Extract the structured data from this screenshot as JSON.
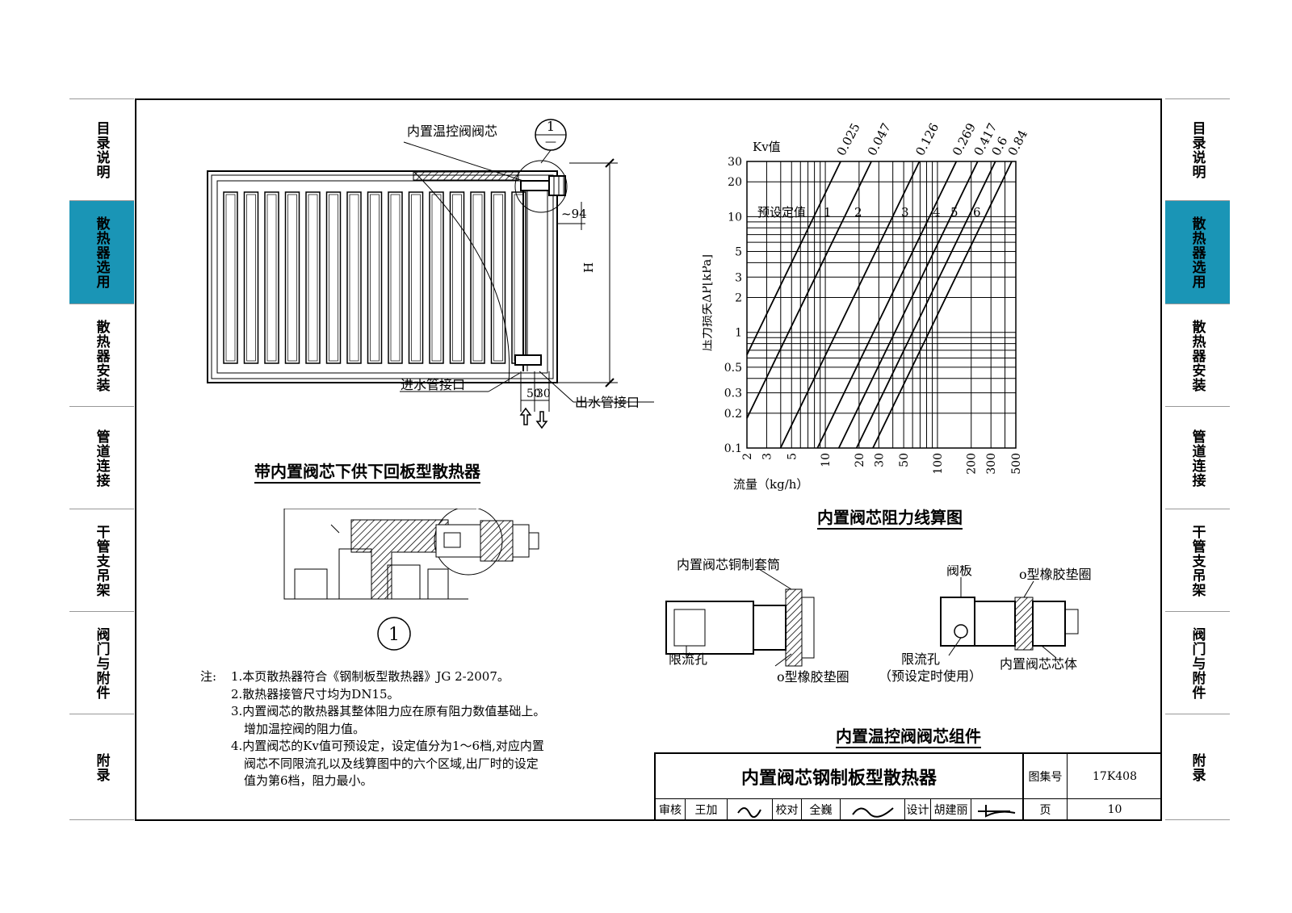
{
  "side_tabs": [
    "目录说明",
    "散热器选用",
    "散热器安装",
    "管道连接",
    "干管支吊架",
    "阀门与附件",
    "附录"
  ],
  "active_tab": 1,
  "colors": {
    "tab_active": "#1a95b6"
  },
  "radiator": {
    "title": "带内置阀芯下供下回板型散热器",
    "valve_core_label": "内置温控阀阀芯",
    "inlet_label": "进水管接口",
    "outlet_label": "出水管接口",
    "dim_94": "~94",
    "dim_H": "H",
    "dim_50": "50",
    "dim_30": "30",
    "detail_top": "1",
    "detail_bottom": "—"
  },
  "detail": {
    "marker": "1"
  },
  "chart": {
    "title": "内置阀芯阻力线算图",
    "kv_label": "Kv值",
    "preset_label": "预设定值",
    "xlabel": "流量（kg/h）",
    "ylabel": "压力损失ΔP[kPa]"
  },
  "chart_data": {
    "type": "line",
    "title": "内置阀芯阻力线算图",
    "xlabel": "流量（kg/h）",
    "ylabel": "压力损失ΔP[kPa]",
    "x_scale": "log",
    "y_scale": "log",
    "xlim": [
      2,
      500
    ],
    "ylim": [
      0.1,
      30
    ],
    "x_ticks": [
      "2",
      "3",
      "5",
      "10",
      "20",
      "30",
      "50",
      "100",
      "200",
      "300",
      "500"
    ],
    "y_ticks": [
      "0.1",
      "0.2",
      "0.3",
      "0.5",
      "1",
      "2",
      "3",
      "5",
      "10",
      "20",
      "30"
    ],
    "kv_values": [
      "0.025",
      "0.047",
      "0.126",
      "0.269",
      "0.417",
      "0.6",
      "0.84"
    ],
    "preset_labels": [
      "1",
      "2",
      "3",
      "4",
      "5",
      "6"
    ],
    "grid": true,
    "series": [
      {
        "name": "0.025",
        "kv": 0.025
      },
      {
        "name": "0.047",
        "kv": 0.047
      },
      {
        "name": "0.126",
        "kv": 0.126
      },
      {
        "name": "0.269",
        "kv": 0.269
      },
      {
        "name": "0.417",
        "kv": 0.417
      },
      {
        "name": "0.6",
        "kv": 0.6
      },
      {
        "name": "0.84",
        "kv": 0.84
      }
    ]
  },
  "components": {
    "title": "内置温控阀阀芯组件",
    "copper_sleeve": "内置阀芯铜制套筒",
    "orifice_left": "限流孔",
    "oring_left": "o型橡胶垫圈",
    "valve_plate": "阀板",
    "oring_right": "o型橡胶垫圈",
    "orifice_right": "限流孔",
    "preset_use": "（预设定时使用）",
    "core_body": "内置阀芯芯体"
  },
  "notes": {
    "prefix": "注:",
    "items": [
      "1.本页散热器符合《钢制板型散热器》JG 2-2007。",
      "2.散热器接管尺寸均为DN15。",
      "3.内置阀芯的散热器其整体阻力应在原有阻力数值基础上。",
      "增加温控阀的阻力值。",
      "4.内置阀芯的Kv值可预设定，设定值分为1～6档,对应内置",
      "阀芯不同限流孔以及线算图中的六个区域,出厂时的设定",
      "值为第6档，阻力最小。"
    ]
  },
  "title_block": {
    "drawing_title": "内置阀芯钢制板型散热器",
    "atlas_label": "图集号",
    "atlas_no": "17K408",
    "review_label": "审核",
    "reviewer": "王加",
    "check_label": "校对",
    "checker": "全巍",
    "design_label": "设计",
    "designer": "胡建丽",
    "page_label": "页",
    "page_no": "10"
  }
}
